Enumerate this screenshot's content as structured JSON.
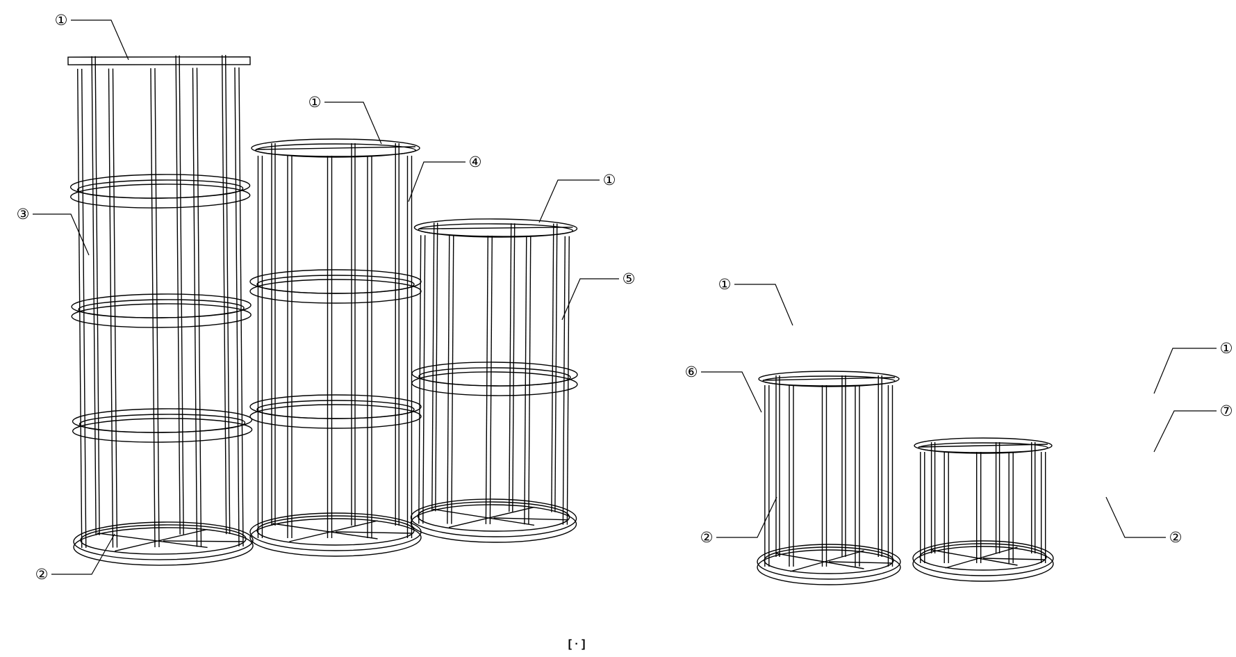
{
  "callouts": [
    {
      "text": "①"
    },
    {
      "text": "②"
    },
    {
      "text": "③"
    },
    {
      "text": "①"
    },
    {
      "text": "④"
    },
    {
      "text": "①"
    },
    {
      "text": "⑤"
    },
    {
      "text": "①"
    },
    {
      "text": "⑥"
    },
    {
      "text": "②"
    },
    {
      "text": "①"
    },
    {
      "text": "⑦"
    },
    {
      "text": "②"
    }
  ],
  "caption": "[ · ]",
  "colors": {
    "stroke": "#000000",
    "background": "#ffffff"
  }
}
